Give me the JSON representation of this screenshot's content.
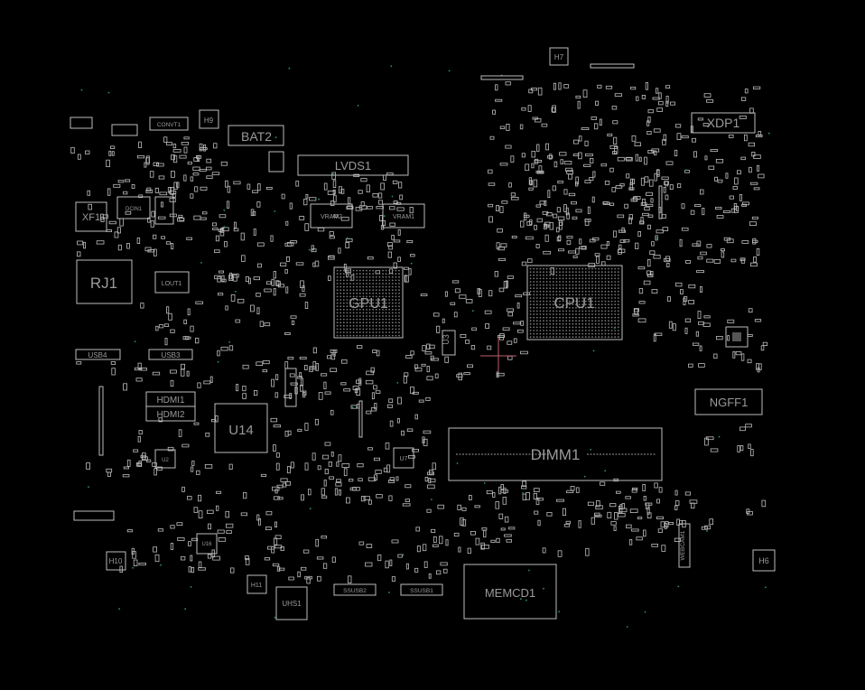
{
  "board": {
    "colors": {
      "background": "#000000",
      "outline": "#bdbdbd",
      "label": "#9a9a9a",
      "cursor": "#c0606a",
      "via": "#2a8f8a"
    },
    "components": {
      "h7": "H7",
      "h9": "H9",
      "h10": "H10",
      "h11": "H11",
      "h6": "H6",
      "convt1": "CONVT1",
      "bat2": "BAT2",
      "lvds1": "LVDS1",
      "xdp1": "XDP1",
      "xf1": "XF1",
      "rj1": "RJ1",
      "lout1": "LOUT1",
      "vram2": "VRAM2",
      "vram1": "VRAM1",
      "gpu1": "GPU1",
      "cpu1": "CPU1",
      "u3": "U3",
      "usb4": "USB4",
      "usb3": "USB3",
      "hdmi1": "HDMI1",
      "hdmi2": "HDMI2",
      "u14": "U14",
      "ngff1": "NGFF1",
      "dimm1": "DIMM1",
      "memcd1": "MEMCD1",
      "uhs1": "UHS1",
      "ssusb2": "SSUSB2",
      "ssusb1": "SSUSB1",
      "webcam1": "WEBCAM1",
      "dcin1": "DCIN1",
      "u7": "U7",
      "u2": "U2",
      "u16": "U16"
    }
  }
}
